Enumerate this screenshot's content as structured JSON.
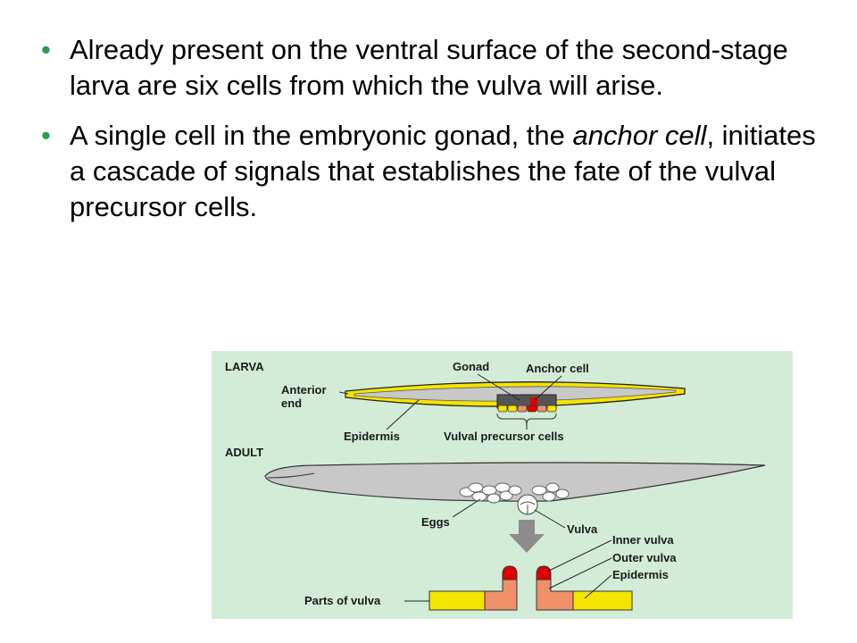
{
  "bullets": [
    {
      "text": "Already present on the ventral surface of the second-stage larva are six cells from which the vulva will arise."
    },
    {
      "text_before": "A single cell in the embryonic gonad, the ",
      "italic": "anchor cell",
      "text_after": ", initiates a cascade of signals that establishes the fate of the vulval precursor cells."
    }
  ],
  "bullet_symbol": "•",
  "colors": {
    "bullet": "#2e9a4a",
    "figure_background": "#d3ecd8",
    "larva_body": "#f5e400",
    "adult_body": "#c8c8c8",
    "anchor_cell": "#e00000",
    "inner_vulva": "#e00000",
    "outer_vulva": "#f0906a",
    "epidermis": "#f5e400",
    "arrow": "#8c8c8c"
  },
  "figure": {
    "larva_heading": "LARVA",
    "adult_heading": "ADULT",
    "labels": {
      "anterior_end_1": "Anterior",
      "anterior_end_2": "end",
      "gonad": "Gonad",
      "anchor_cell": "Anchor cell",
      "epidermis_larva": "Epidermis",
      "vulval_precursor_cells": "Vulval precursor cells",
      "eggs": "Eggs",
      "vulva": "Vulva",
      "inner_vulva": "Inner vulva",
      "outer_vulva": "Outer vulva",
      "epidermis_adult": "Epidermis",
      "parts_of_vulva": "Parts of vulva"
    }
  }
}
